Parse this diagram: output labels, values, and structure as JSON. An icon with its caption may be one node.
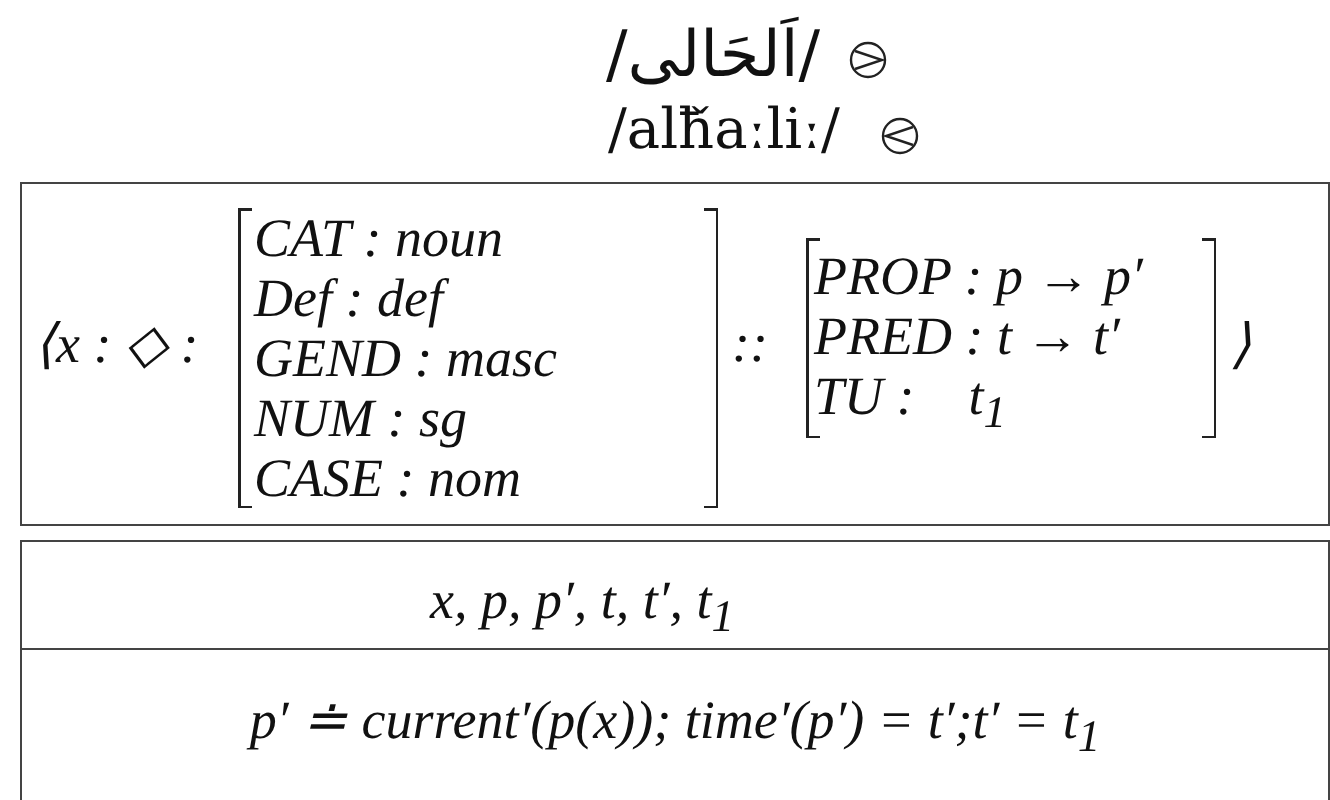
{
  "diagram": {
    "labels": [
      "/اَلحَالى/",
      "/alħ̌aːliː/"
    ],
    "nodes": [
      {
        "text": [
          "⟨x : ◇ :",
          "::",
          "⟩"
        ]
      },
      {
        "text": [
          "CAT : noun",
          "Def : def",
          "GEND : masc",
          "NUM : sg",
          "CASE : nom"
        ],
        "in": 0
      },
      {
        "text": [
          "PROP : p → p′",
          "PRED : t → t′",
          "TU :    t$_{1}$"
        ],
        "in": 0
      },
      {
        "text": [
          "x, p, p′, t, t′, t$_{1}$",
          "p′ ≐ current′(p(x)); time′(p′) = t′;t′ = t$_{1}$"
        ]
      }
    ]
  }
}
